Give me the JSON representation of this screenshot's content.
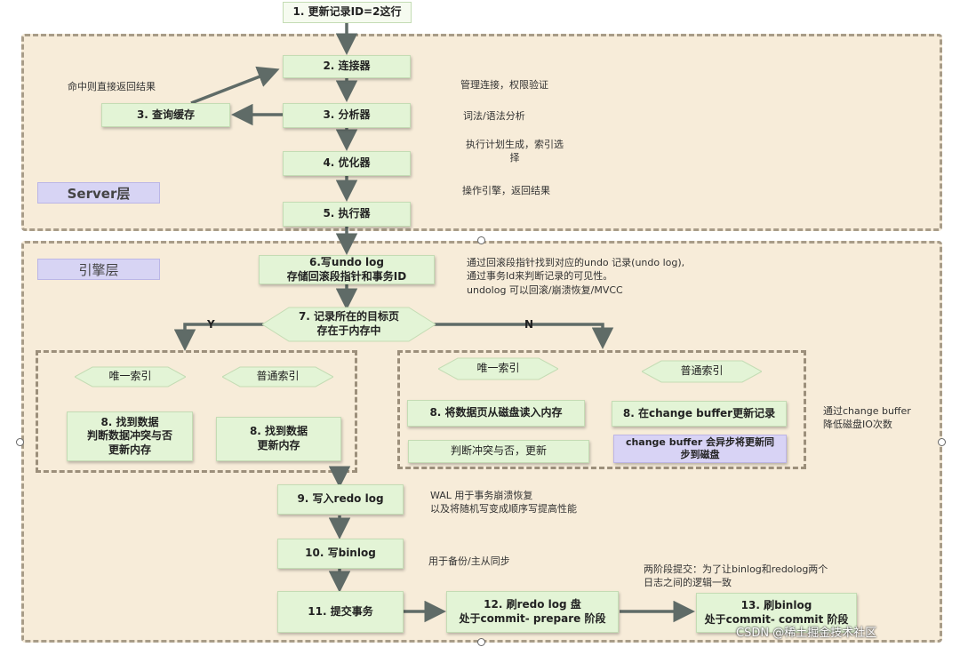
{
  "steps": {
    "s1": "1. 更新记录ID=2这行",
    "s2": "2. 连接器",
    "s3a": "3. 分析器",
    "s3b": "3. 查询缓存",
    "s4": "4. 优化器",
    "s5": "5. 执行器",
    "s6_line1": "6.写undo log",
    "s6_line2": "存储回滚段指针和事务ID",
    "s7_line1": "7. 记录所在的目标页",
    "s7_line2": "存在于内存中",
    "s8_left_unique": [
      "8. 找到数据",
      "判断数据冲突与否",
      "更新内存"
    ],
    "s8_left_normal": [
      "8. 找到数据",
      "更新内存"
    ],
    "s8_right_unique_a": "8. 将数据页从磁盘读入内存",
    "s8_right_unique_b": "判断冲突与否，更新",
    "s8_right_normal_a": "8. 在change buffer更新记录",
    "s8_right_normal_b": [
      "change buffer 会异步将更新同",
      "步到磁盘"
    ],
    "s9": "9. 写入redo log",
    "s10": "10. 写binlog",
    "s11": "11. 提交事务",
    "s12_line1": "12. 刷redo log 盘",
    "s12_line2": "处于commit- prepare 阶段",
    "s13_line1": "13. 刷binlog",
    "s13_line2": "处于commit- commit 阶段"
  },
  "layers": {
    "server": "Server层",
    "engine": "引擎层"
  },
  "decisions": {
    "left_unique": "唯一索引",
    "left_normal": "普通索引",
    "right_unique": "唯一索引",
    "right_normal": "普通索引",
    "yes": "Y",
    "no": "N"
  },
  "notes": {
    "cache_hit": "命中则直接返回结果",
    "connector": "管理连接，权限验证",
    "analyzer": "词法/语法分析",
    "optimizer": [
      "执行计划生成，索引选",
      "择"
    ],
    "executor": "操作引擎，返回结果",
    "undo": [
      "通过回滚段指针找到对应的undo 记录(undo log),",
      "通过事务Id来判断记录的可见性。",
      "undolog 可以回滚/崩溃恢复/MVCC"
    ],
    "change_buffer": [
      "通过change buffer",
      "降低磁盘IO次数"
    ],
    "redo": [
      "WAL 用于事务崩溃恢复",
      "以及将随机写变成顺序写提高性能"
    ],
    "binlog": "用于备份/主从同步",
    "two_phase": [
      "两阶段提交：为了让binlog和redolog两个",
      "日志之间的逻辑一致"
    ]
  },
  "watermark": "CSDN @稀土掘金技术社区",
  "colors": {
    "region_fill": "#f7ecd9",
    "step_box": "#e3f4d6",
    "layer_label": "#d7d4f4",
    "arrow": "#5f6b67"
  }
}
